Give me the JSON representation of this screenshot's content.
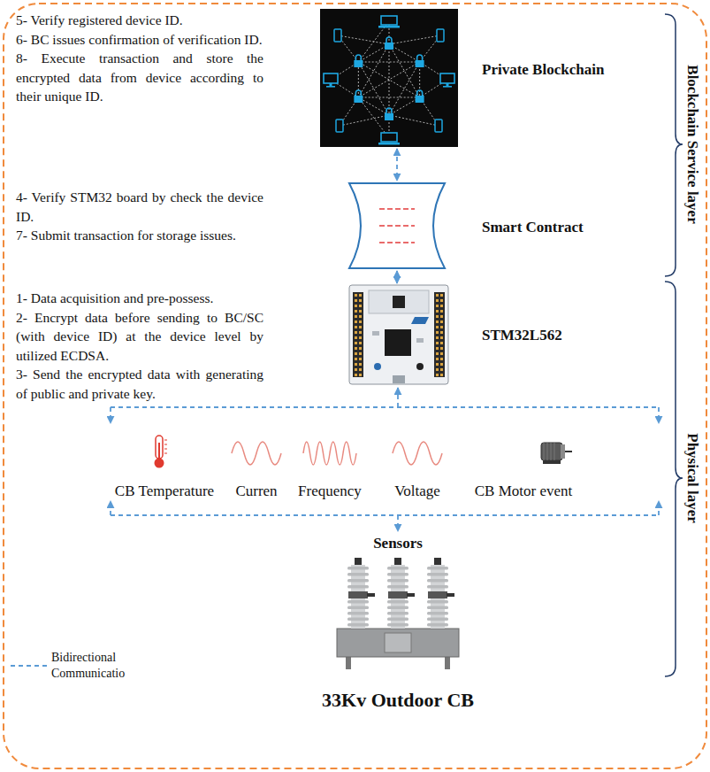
{
  "diagram": {
    "nodes": [
      {
        "text": [
          "Private Blockchain"
        ]
      },
      {
        "text": [
          "Smart Contract"
        ]
      },
      {
        "text": [
          "STM32L562"
        ]
      },
      {
        "text": [
          "33Kv Outdoor CB"
        ]
      }
    ],
    "edges": [
      {
        "from": 0,
        "to": 1,
        "arrow": "both"
      },
      {
        "from": 1,
        "to": 2,
        "arrow": "both"
      }
    ],
    "labels": [
      "5- Verify registered device ID.",
      "6- BC issues confirmation of verification ID.",
      "8- Execute transaction and store the encrypted data from device according to their unique ID.",
      "4- Verify STM32 board by check the device ID.",
      "7- Submit transaction for storage issues.",
      "1- Data acquisition and pre-possess.",
      "2- Encrypt data before sending to BC/SC (with device ID) at the device level by utilized ECDSA.",
      "3- Send the encrypted data with generating of public and private key.",
      "CB Temperature",
      "Curren",
      "Frequency",
      "Voltage",
      "CB Motor event",
      "Sensors",
      "Blockchain Service layer",
      "Physical layer"
    ],
    "legend": [
      {
        "text": "Bidirectional Communicatio"
      }
    ]
  }
}
